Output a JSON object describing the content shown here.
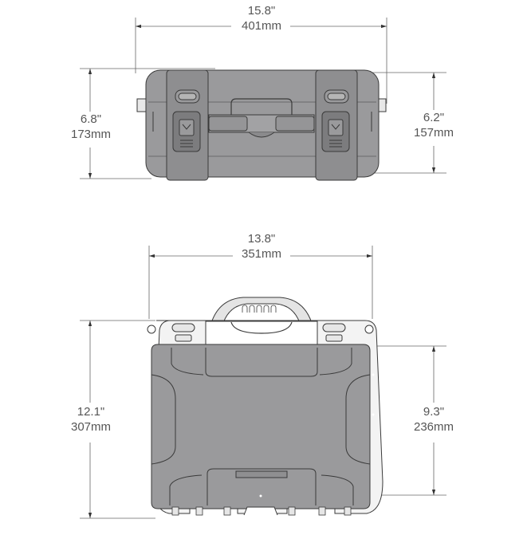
{
  "diagram": {
    "subject": "Hard case dimension drawing",
    "colors": {
      "case_fill": "#9a9a9c",
      "case_outline": "#3a3a3a",
      "dimension_line": "#555555",
      "label_text": "#555555",
      "background": "#ffffff"
    },
    "front_view": {
      "width": {
        "inches": "15.8\"",
        "mm": "401mm"
      },
      "height_left": {
        "inches": "6.8\"",
        "mm": "173mm"
      },
      "height_right": {
        "inches": "6.2\"",
        "mm": "157mm"
      }
    },
    "top_view": {
      "width": {
        "inches": "13.8\"",
        "mm": "351mm"
      },
      "depth_left": {
        "inches": "12.1\"",
        "mm": "307mm"
      },
      "depth_right": {
        "inches": "9.3\"",
        "mm": "236mm"
      }
    }
  }
}
